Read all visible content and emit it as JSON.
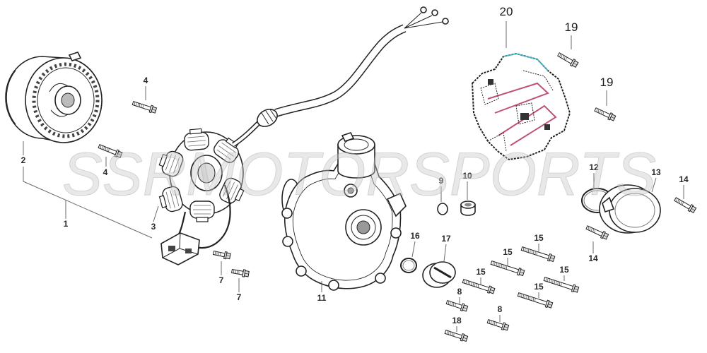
{
  "diagram": {
    "watermark": "SSRMOTORSPORTS",
    "callouts": [
      "20",
      "19",
      "19",
      "4",
      "4",
      "2",
      "1",
      "3",
      "7",
      "7",
      "11",
      "9",
      "10",
      "12",
      "13",
      "14",
      "14",
      "16",
      "17",
      "15",
      "15",
      "15",
      "15",
      "15",
      "8",
      "8",
      "18"
    ]
  },
  "colors": {
    "line": "#222222",
    "watermark": "#c8c8c8",
    "accent_pink": "#c0507a",
    "accent_cyan": "#3fb7c9"
  }
}
